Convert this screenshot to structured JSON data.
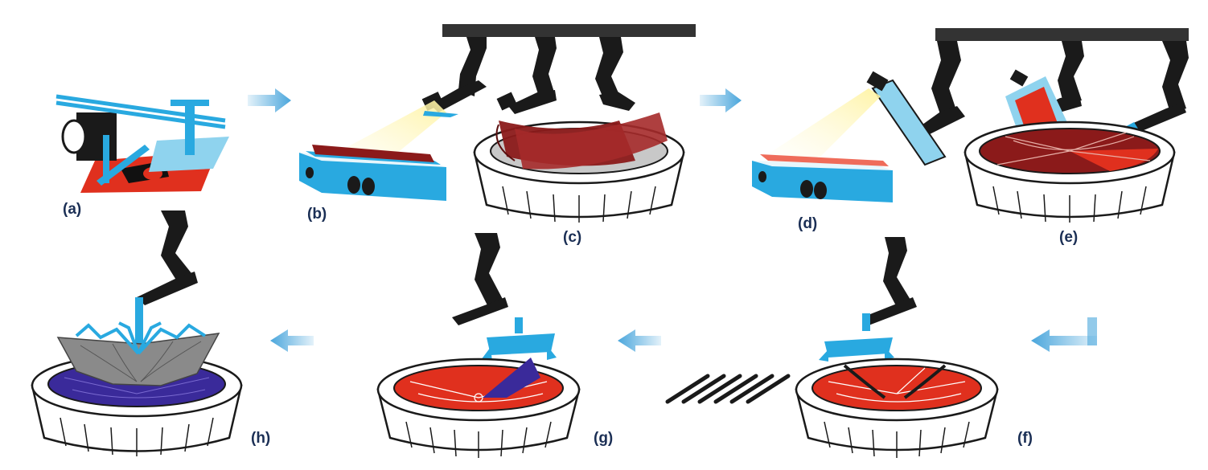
{
  "panels": [
    {
      "id": "a",
      "label": "(a)"
    },
    {
      "id": "b",
      "label": "(b)"
    },
    {
      "id": "c",
      "label": "(c)"
    },
    {
      "id": "d",
      "label": "(d)"
    },
    {
      "id": "e",
      "label": "(e)"
    },
    {
      "id": "f",
      "label": "(f)"
    },
    {
      "id": "g",
      "label": "(g)"
    },
    {
      "id": "h",
      "label": "(h)"
    }
  ],
  "colors": {
    "robot": "#1a1a1a",
    "tool_blue": "#29a9e0",
    "tool_light_blue": "#8fd3ee",
    "ply_red": "#e0301e",
    "ply_dark_red": "#8b1a1a",
    "ply_purple": "#3a2a9a",
    "preform_gray": "#8a8a8a",
    "arrow_blue": "#4aa6dc",
    "light_cone": "#fff5b0",
    "label": "#1b2f55"
  },
  "icons": [
    "robot-arm-icon",
    "light-projector-icon",
    "gripper-icon",
    "mold-icon",
    "flow-arrow-icon"
  ]
}
